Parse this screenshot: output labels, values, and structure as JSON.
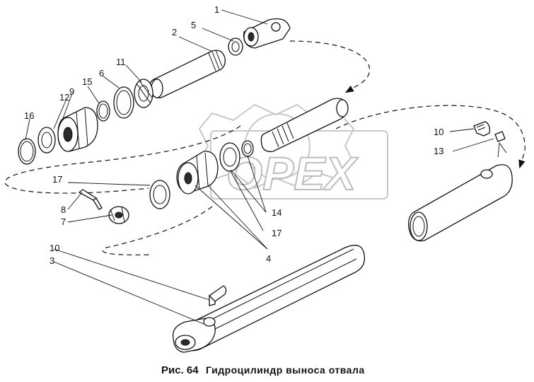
{
  "caption": {
    "figure": "Рис. 64",
    "title": "Гидроцилиндр выноса отвала"
  },
  "watermark": {
    "text": "OPEX"
  },
  "callouts": {
    "c1": "1",
    "c2": "2",
    "c3": "3",
    "c4": "4",
    "c5": "5",
    "c6": "6",
    "c7": "7",
    "c8": "8",
    "c9": "9",
    "c10a": "10",
    "c10b": "10",
    "c11": "11",
    "c12": "12",
    "c13": "13",
    "c14": "14",
    "c15": "15",
    "c16": "16",
    "c17a": "17",
    "c17b": "17"
  }
}
